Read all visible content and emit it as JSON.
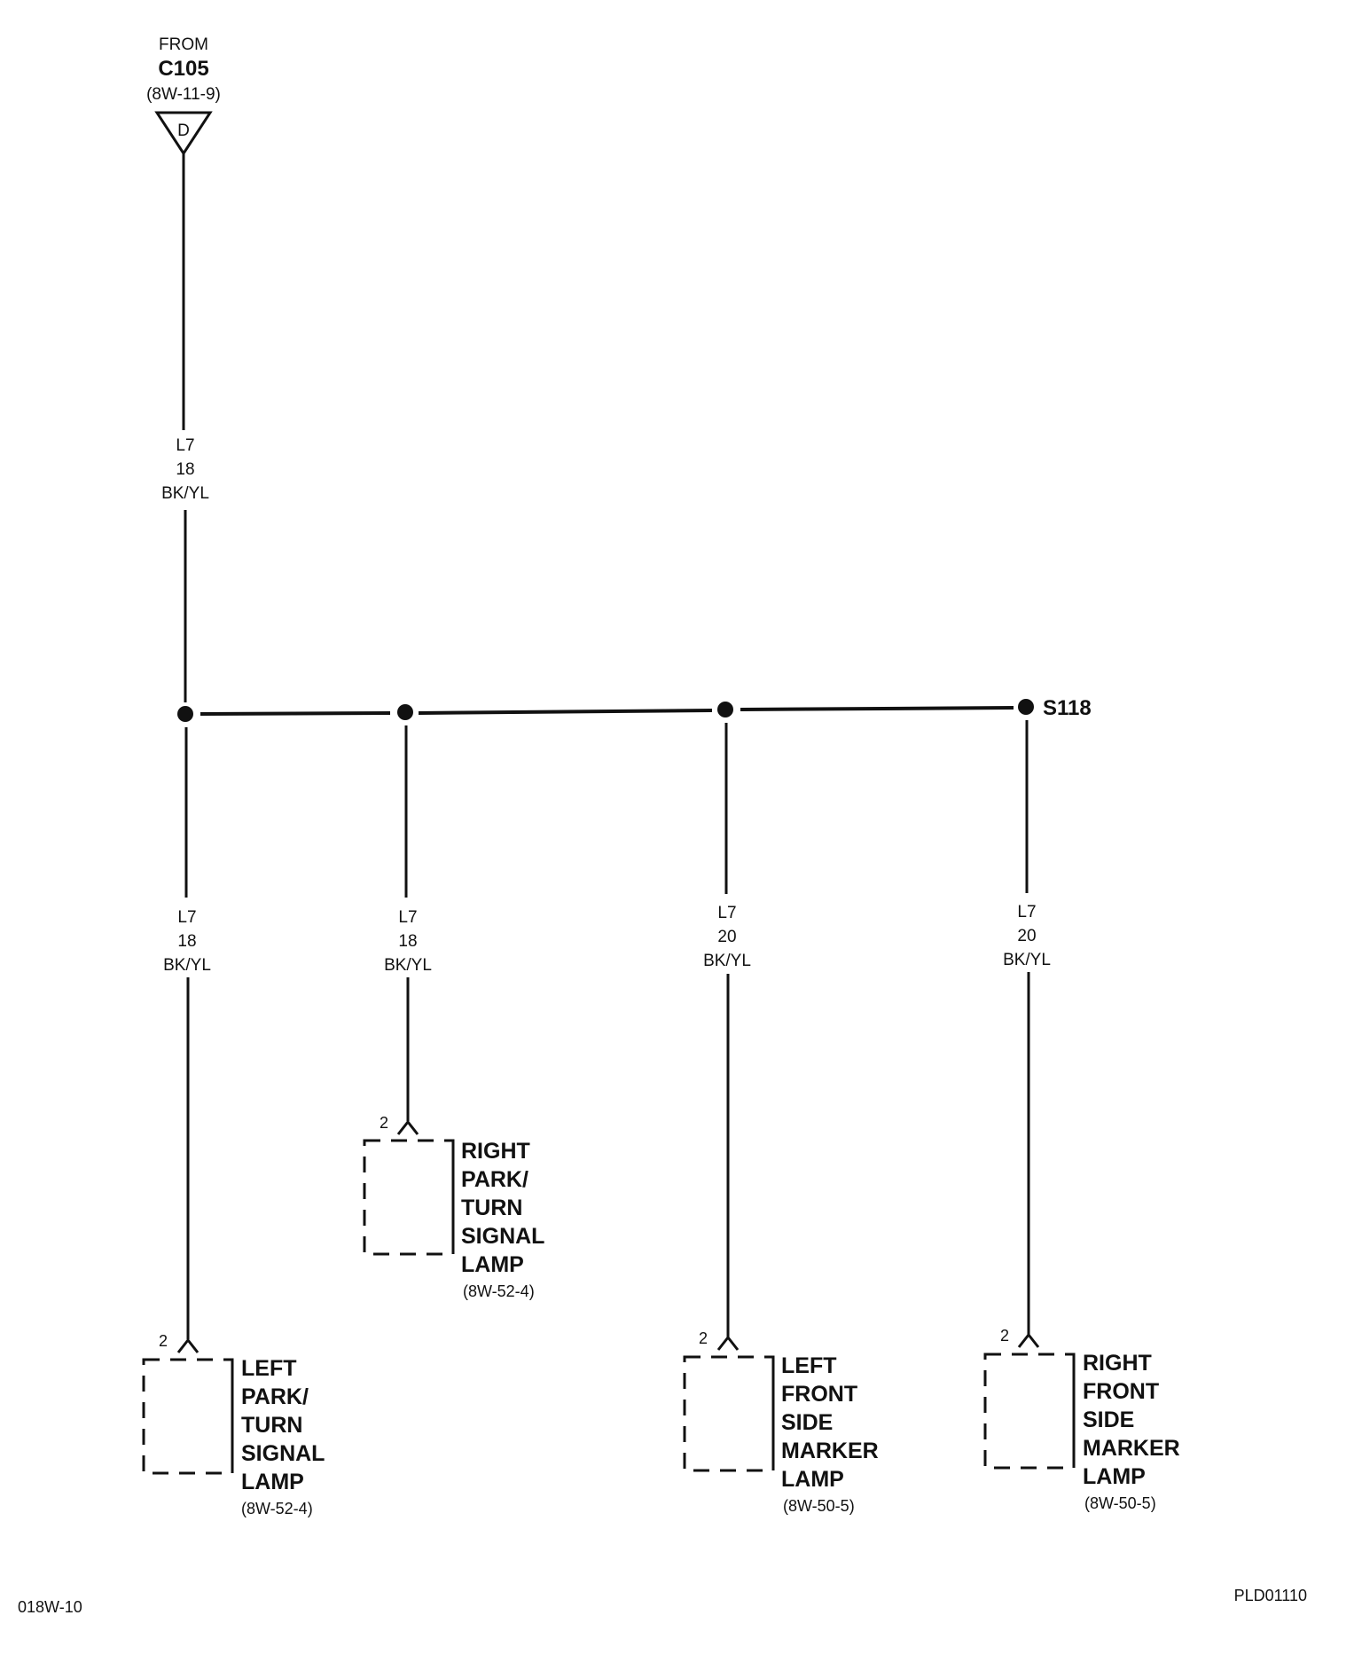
{
  "source_connector": {
    "from_label": "FROM",
    "connector_id": "C105",
    "page_ref": "(8W-11-9)",
    "pin": "D"
  },
  "feed_wire": {
    "circuit": "L7",
    "gauge": "18",
    "color": "BK/YL"
  },
  "splice": {
    "id": "S118"
  },
  "branches": [
    {
      "wire": {
        "circuit": "L7",
        "gauge": "18",
        "color": "BK/YL"
      },
      "pin": "2",
      "lamp_lines": [
        "LEFT",
        "PARK/",
        "TURN",
        "SIGNAL",
        "LAMP"
      ],
      "page_ref": "(8W-52-4)"
    },
    {
      "wire": {
        "circuit": "L7",
        "gauge": "18",
        "color": "BK/YL"
      },
      "pin": "2",
      "lamp_lines": [
        "RIGHT",
        "PARK/",
        "TURN",
        "SIGNAL",
        "LAMP"
      ],
      "page_ref": "(8W-52-4)"
    },
    {
      "wire": {
        "circuit": "L7",
        "gauge": "20",
        "color": "BK/YL"
      },
      "pin": "2",
      "lamp_lines": [
        "LEFT",
        "FRONT",
        "SIDE",
        "MARKER",
        "LAMP"
      ],
      "page_ref": "(8W-50-5)"
    },
    {
      "wire": {
        "circuit": "L7",
        "gauge": "20",
        "color": "BK/YL"
      },
      "pin": "2",
      "lamp_lines": [
        "RIGHT",
        "FRONT",
        "SIDE",
        "MARKER",
        "LAMP"
      ],
      "page_ref": "(8W-50-5)"
    }
  ],
  "footer": {
    "left_code": "018W-10",
    "right_code": "PLD01110"
  }
}
